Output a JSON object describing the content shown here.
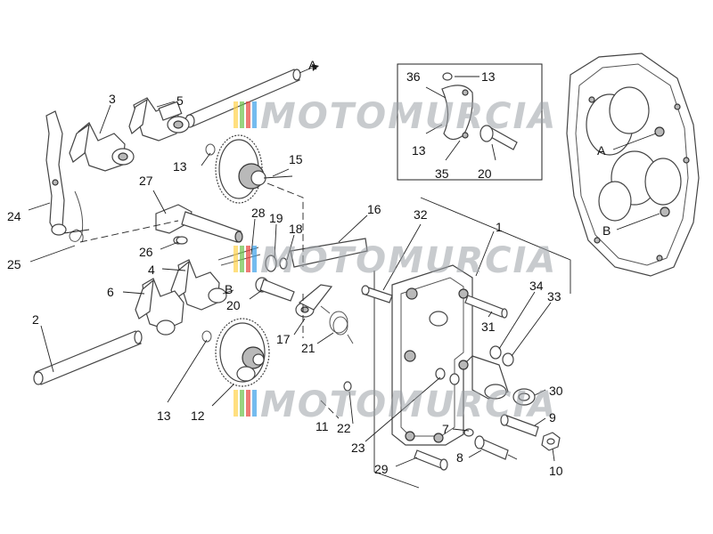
{
  "watermark": {
    "text": "MOTOMURCIA",
    "colors": [
      "#ffd24a",
      "#6cc04a",
      "#e8423a",
      "#3aa0e8"
    ]
  },
  "callouts": {
    "c1": "1",
    "c2": "2",
    "c3": "3",
    "c4": "4",
    "c5": "5",
    "c6": "6",
    "c7": "7",
    "c8": "8",
    "c9": "9",
    "c10": "10",
    "c11": "11",
    "c12": "12",
    "c13a": "13",
    "c13b": "13",
    "c13c": "13",
    "c13d": "13",
    "c15": "15",
    "c16": "16",
    "c17": "17",
    "c18": "18",
    "c19": "19",
    "c20a": "20",
    "c20b": "20",
    "c21": "21",
    "c22": "22",
    "c23": "23",
    "c24": "24",
    "c25": "25",
    "c26": "26",
    "c27": "27",
    "c28": "28",
    "c29": "29",
    "c30": "30",
    "c31": "31",
    "c32": "32",
    "c33": "33",
    "c34": "34",
    "c35": "35",
    "c36": "36"
  },
  "refs": {
    "a_shaft": "A",
    "b_shaft": "B",
    "a_case": "A",
    "b_case": "B"
  }
}
